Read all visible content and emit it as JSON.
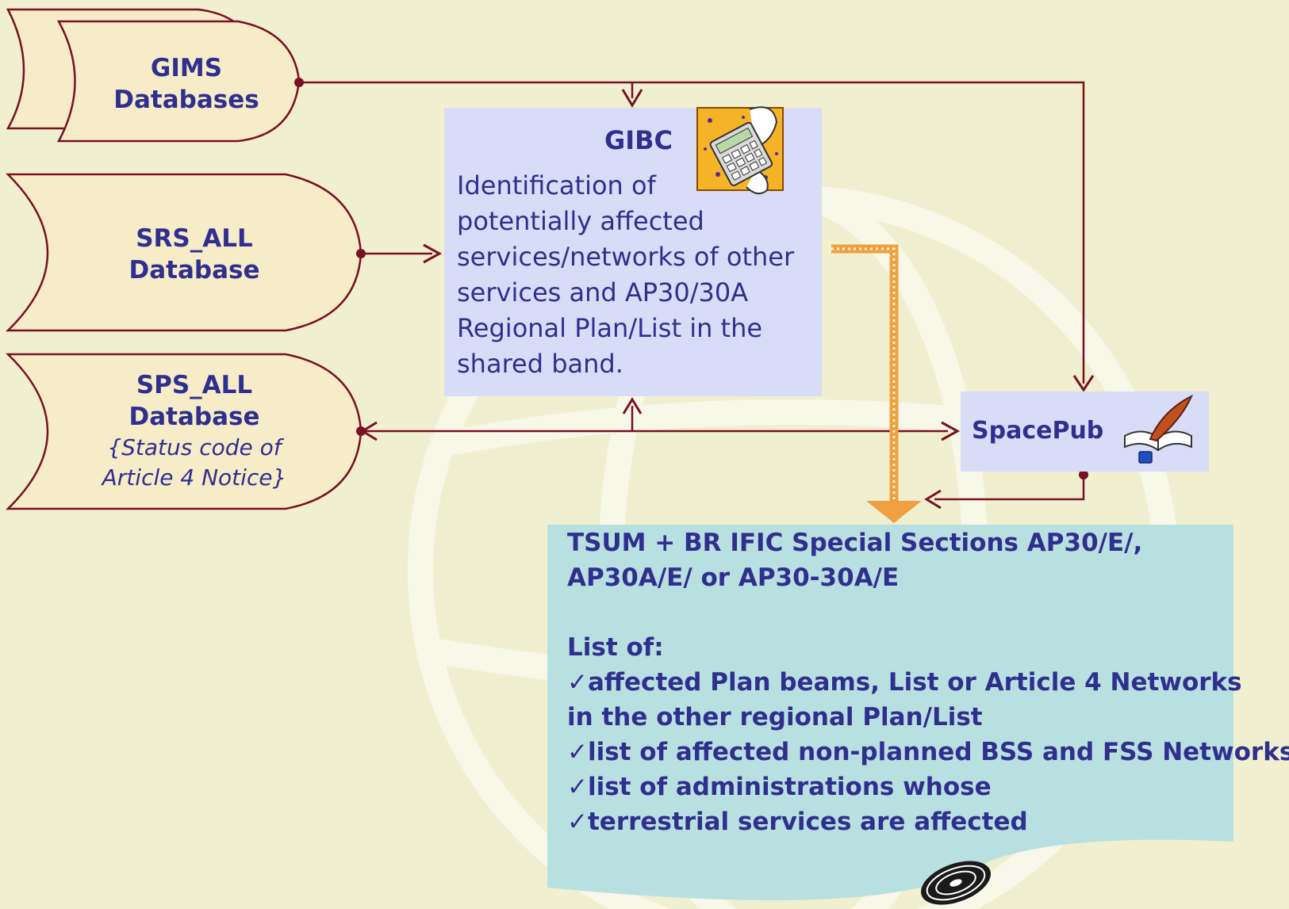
{
  "databases": [
    {
      "line1": "GIMS",
      "line2": "Databases"
    },
    {
      "line1": "SRS_ALL",
      "line2": "Database"
    },
    {
      "line1": "SPS_ALL",
      "line2": "Database",
      "note1": "{Status code of",
      "note2": "Article 4 Notice}"
    }
  ],
  "gibc": {
    "title": "GIBC",
    "body": "Identification of\npotentially affected\nservices/networks of other\nservices and AP30/30A\nRegional Plan/List in the\nshared band."
  },
  "spacepub": {
    "title": "SpacePub"
  },
  "tsum": {
    "heading1": "TSUM + BR IFIC Special Sections AP30/E/,",
    "heading2": "AP30A/E/ or AP30-30A/E",
    "list_title": "List of:",
    "items": [
      "✓affected Plan beams, List or Article 4 Networks",
      "in the other regional Plan/List",
      "✓list of affected non-planned BSS and FSS Networks",
      "✓list of administrations whose",
      "✓terrestrial services are affected"
    ]
  },
  "icons": [
    "calculator-clipart-icon",
    "book-quill-icon",
    "disc-icon",
    "globe-watermark-icon"
  ],
  "colors": {
    "background": "#f0f0d0",
    "db_fill": "#f7ecc8",
    "stroke": "#7a1024",
    "gibc_fill": "#d8dcf6",
    "tsum_fill": "#b9e0e0",
    "text": "#2f2f8f",
    "orange": "#f0a040"
  }
}
